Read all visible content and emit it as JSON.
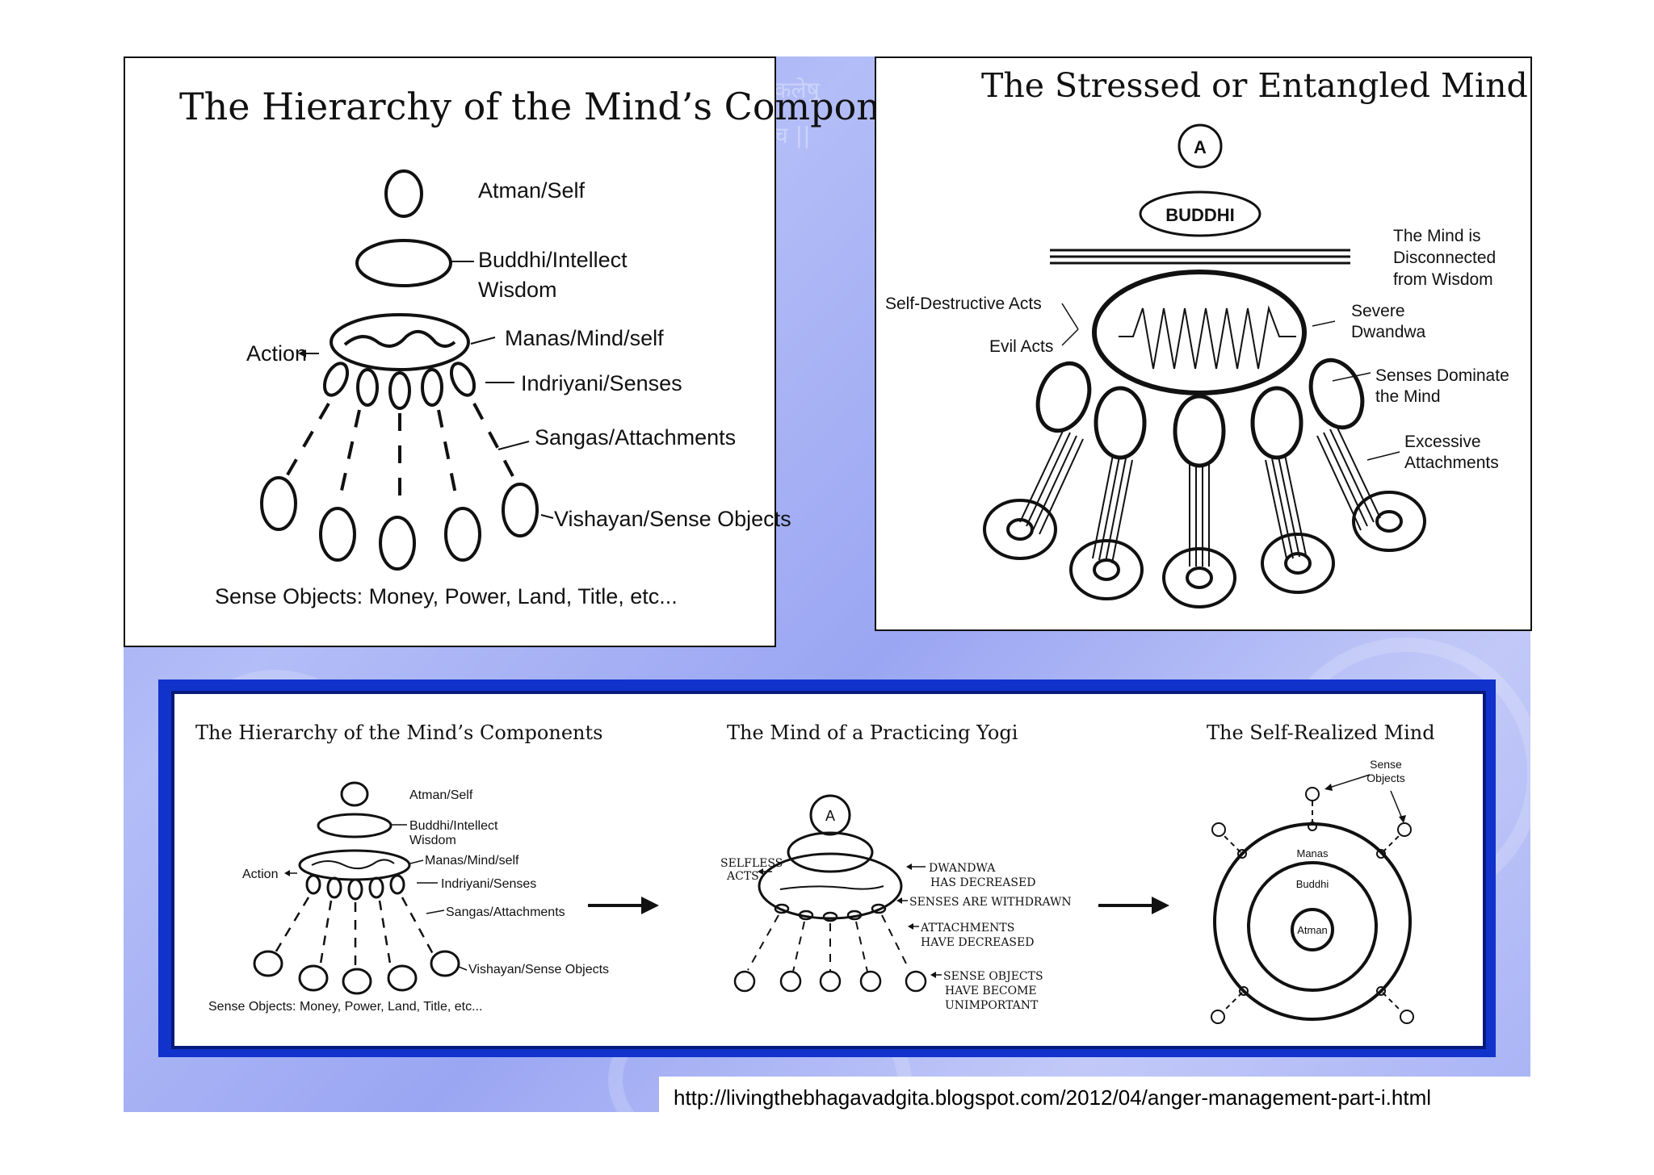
{
  "panel1": {
    "title": "The Hierarchy of the Mind’s Components",
    "labels": {
      "atman": "Atman/Self",
      "buddhi_1": "Buddhi/Intellect",
      "buddhi_2": "Wisdom",
      "manas": "Manas/Mind/self",
      "action": "Action",
      "indriyani": "Indriyani/Senses",
      "sangas": "Sangas/Attachments",
      "vishayan": "Vishayan/Sense Objects",
      "footer": "Sense Objects: Money, Power, Land, Title, etc..."
    }
  },
  "panel2": {
    "title": "The Stressed or Entangled Mind",
    "atman_letter": "A",
    "buddhi": "BUDDHI",
    "disconnected_1": "The Mind is",
    "disconnected_2": "Disconnected",
    "disconnected_3": "from Wisdom",
    "self_destructive": "Self-Destructive Acts",
    "evil_acts": "Evil Acts",
    "severe_1": "Severe",
    "severe_2": "Dwandwa",
    "senses_dom_1": "Senses Dominate",
    "senses_dom_2": "the Mind",
    "excessive_1": "Excessive",
    "excessive_2": "Attachments"
  },
  "panel3": {
    "left": {
      "title": "The Hierarchy of the Mind’s Components",
      "atman": "Atman/Self",
      "buddhi_1": "Buddhi/Intellect",
      "buddhi_2": "Wisdom",
      "manas": "Manas/Mind/self",
      "action": "Action",
      "indriyani": "Indriyani/Senses",
      "sangas": "Sangas/Attachments",
      "vishayan": "Vishayan/Sense Objects",
      "footer": "Sense Objects: Money, Power, Land, Title, etc..."
    },
    "middle": {
      "title": "The Mind of a Practicing Yogi",
      "atman_letter": "A",
      "selfless_1": "Selfless",
      "selfless_2": "Acts",
      "dwandwa_1": "Dwandwa",
      "dwandwa_2": "has Decreased",
      "withdrawn": "Senses are Withdrawn",
      "attach_1": "Attachments",
      "attach_2": "have decreased",
      "objects_1": "Sense Objects",
      "objects_2": "Have Become",
      "objects_3": "Unimportant"
    },
    "right": {
      "title": "The Self-Realized Mind",
      "sense_1": "Sense",
      "sense_2": "Objects",
      "manas": "Manas",
      "buddhi": "Buddhi",
      "atman": "Atman"
    }
  },
  "background": {
    "deva_line_1": "कलेषु",
    "deva_line_2": "च ||"
  },
  "source_url": "http://livingthebhagavadgita.blogspot.com/2012/04/anger-management-part-i.html",
  "colors": {
    "background": "#9aa6f2",
    "frame_blue": "#1133cc",
    "ink": "#111111"
  }
}
